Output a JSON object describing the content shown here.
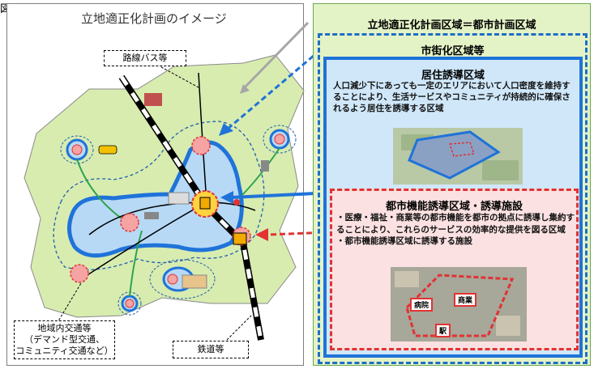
{
  "corner_label": "図",
  "left_panel": {
    "title": "立地適正化計画のイメージ",
    "callouts": {
      "bus": "路線バス等",
      "local_transport_line1": "地域内交通等",
      "local_transport_line2": "（デマンド型交通、",
      "local_transport_line3": "コミュニティ交通など）",
      "railway": "鉄道等"
    }
  },
  "right_panel": {
    "title": "立地適正化計画区域＝都市計画区域",
    "urbanization_area_title": "市街化区域等",
    "residential_zone": {
      "title": "居住誘導区域",
      "description": "人口減少下にあっても一定のエリアにおいて人口密度を維持することにより、生活サービスやコミュニティが持続的に確保されるよう居住を誘導する区域"
    },
    "urban_function_zone": {
      "title": "都市機能誘導区域・誘導施設",
      "bullet1": "・医療・福祉・商業等の都市機能を都市の拠点に誘導し集約することにより、これらのサービスの効率的な提供を図る区域",
      "bullet2": "・都市機能誘導区域に誘導する施設",
      "map_labels": {
        "hospital": "病院",
        "commerce": "商業",
        "station": "駅"
      }
    }
  },
  "colors": {
    "green_area": "#d8ecb0",
    "blue_zone": "#1f73d9",
    "red_zone": "#e23232",
    "light_blue": "#cfe7f9"
  }
}
